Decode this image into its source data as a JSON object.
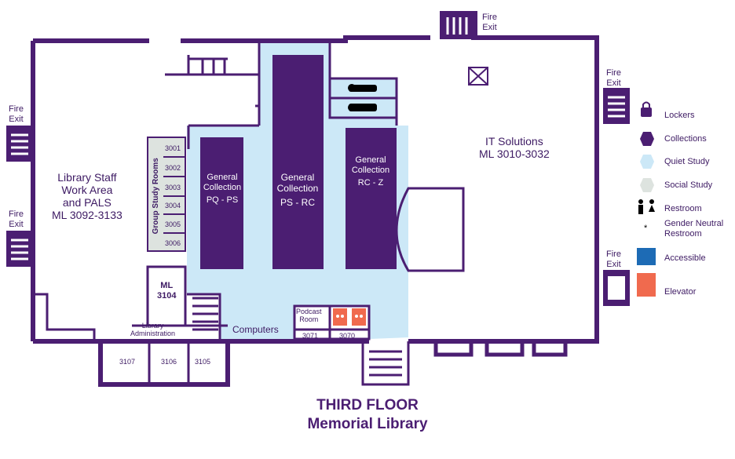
{
  "map": {
    "title_line1": "THIRD FLOOR",
    "title_line2": "Memorial Library"
  },
  "colors": {
    "wall": "#4b1e72",
    "collection": "#4b1e72",
    "quiet_study": "#cce8f7",
    "social_study": "#dde3df",
    "accessible": "#1d6bb5",
    "elevator": "#f06a4e"
  },
  "rooms": {
    "staff": [
      "Library Staff",
      "Work Area",
      "and PALS",
      "ML 3092-3133"
    ],
    "it": [
      "IT Solutions",
      "ML 3010-3032"
    ],
    "group_study": "Group Study Rooms",
    "group_numbers": [
      "3001",
      "3002",
      "3003",
      "3004",
      "3005",
      "3006"
    ],
    "coll1": [
      "General",
      "Collection",
      "PQ - PS"
    ],
    "coll2": [
      "General",
      "Collection",
      "PS - RC"
    ],
    "coll3": [
      "General",
      "Collection",
      "RC - Z"
    ],
    "ml3104": [
      "ML",
      "3104"
    ],
    "library_admin": [
      "Library",
      "Administration"
    ],
    "computers": "Computers",
    "podcast": [
      "Podcast",
      "Room"
    ],
    "num_3071": "3071",
    "num_3070": "3070",
    "num_3107": "3107",
    "num_3106": "3106",
    "num_3105": "3105"
  },
  "fire_exit": [
    "Fire",
    "Exit"
  ],
  "legend": [
    {
      "icon": "lock-icon",
      "label": "Lockers"
    },
    {
      "icon": "hexagon-icon",
      "label": "Collections"
    },
    {
      "icon": "quiet-hexagon-icon",
      "label": "Quiet Study"
    },
    {
      "icon": "social-hexagon-icon",
      "label": "Social Study"
    },
    {
      "icon": "restroom-icon",
      "label": "Restroom"
    },
    {
      "icon": "asterisk-icon",
      "label": "Gender Neutral Restroom"
    },
    {
      "icon": "accessible-icon",
      "label": "Accessible"
    },
    {
      "icon": "elevator-icon",
      "label": "Elevator"
    }
  ],
  "legend_labels": {
    "lockers": "Lockers",
    "collections": "Collections",
    "quiet": "Quiet Study",
    "social": "Social Study",
    "restroom": "Restroom",
    "gn1": "Gender Neutral",
    "gn2": "Restroom",
    "accessible": "Accessible",
    "elevator": "Elevator"
  }
}
